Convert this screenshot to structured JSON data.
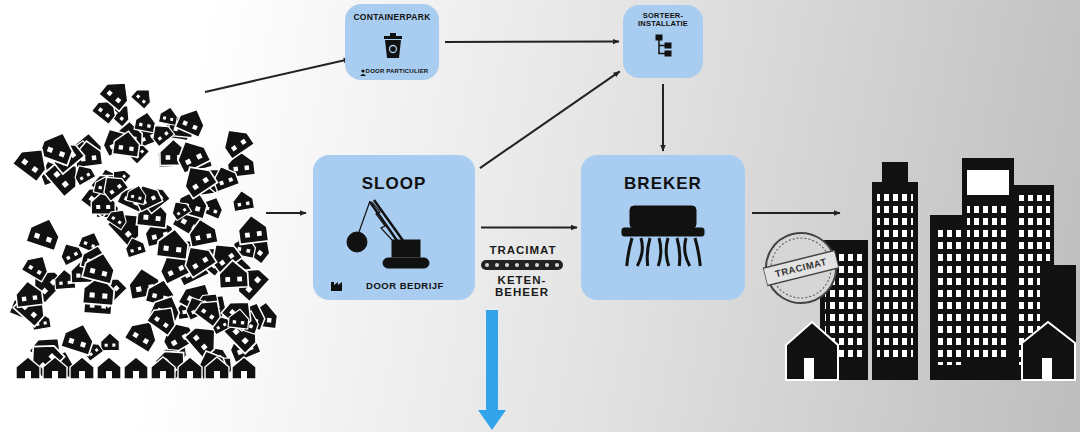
{
  "diagram": {
    "nodes": [
      {
        "text": [
          "CONTAINERPARK",
          "DOOR PARTICULIER"
        ]
      },
      {
        "text": [
          "SORTEER-INSTALLATIE"
        ]
      },
      {
        "text": [
          "SLOOP",
          "DOOR BEDRIJF"
        ]
      },
      {
        "text": [
          "BREKER"
        ]
      },
      {
        "text": [
          "TRACIMAT"
        ]
      }
    ],
    "edges": [
      {
        "from": 0,
        "to": 1,
        "arrow": "to"
      },
      {
        "from": 2,
        "to": 1,
        "arrow": "to"
      },
      {
        "from": 1,
        "to": 3,
        "arrow": "to"
      },
      {
        "from": 2,
        "to": 3,
        "arrow": "to"
      }
    ],
    "labels": [
      "TRACIMAT",
      "KETEN-BEHEER"
    ]
  }
}
